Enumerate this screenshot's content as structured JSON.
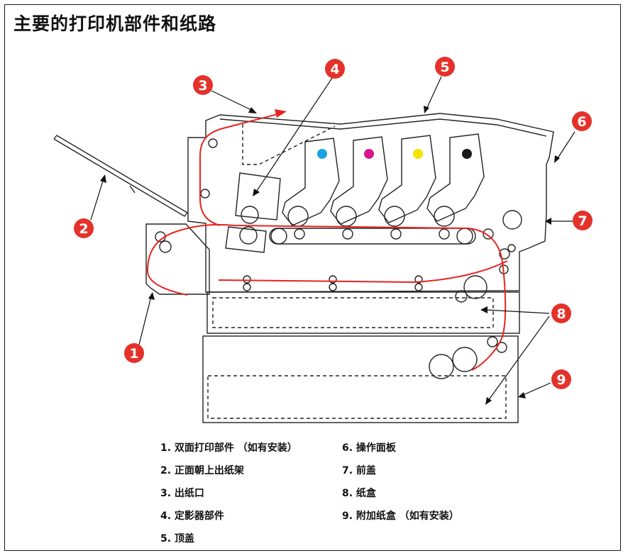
{
  "title": "主要的打印机部件和纸路",
  "callouts": [
    "1",
    "2",
    "3",
    "4",
    "5",
    "6",
    "7",
    "8",
    "9"
  ],
  "legend": {
    "left": [
      "1. 双面打印部件 （如有安装）",
      "2. 正面朝上出纸架",
      "3. 出纸口",
      "4. 定影器部件",
      "5. 顶盖"
    ],
    "right": [
      "6. 操作面板",
      "7. 前盖",
      "8. 纸盒",
      "9. 附加纸盒 （如有安装）"
    ]
  },
  "colors": {
    "paper_path": "#e8231f",
    "callout_fill": "#e4322b",
    "toner_cyan": "#1aa3e0",
    "toner_magenta": "#d9188c",
    "toner_yellow": "#f5e400",
    "toner_black": "#1a1a1a"
  }
}
